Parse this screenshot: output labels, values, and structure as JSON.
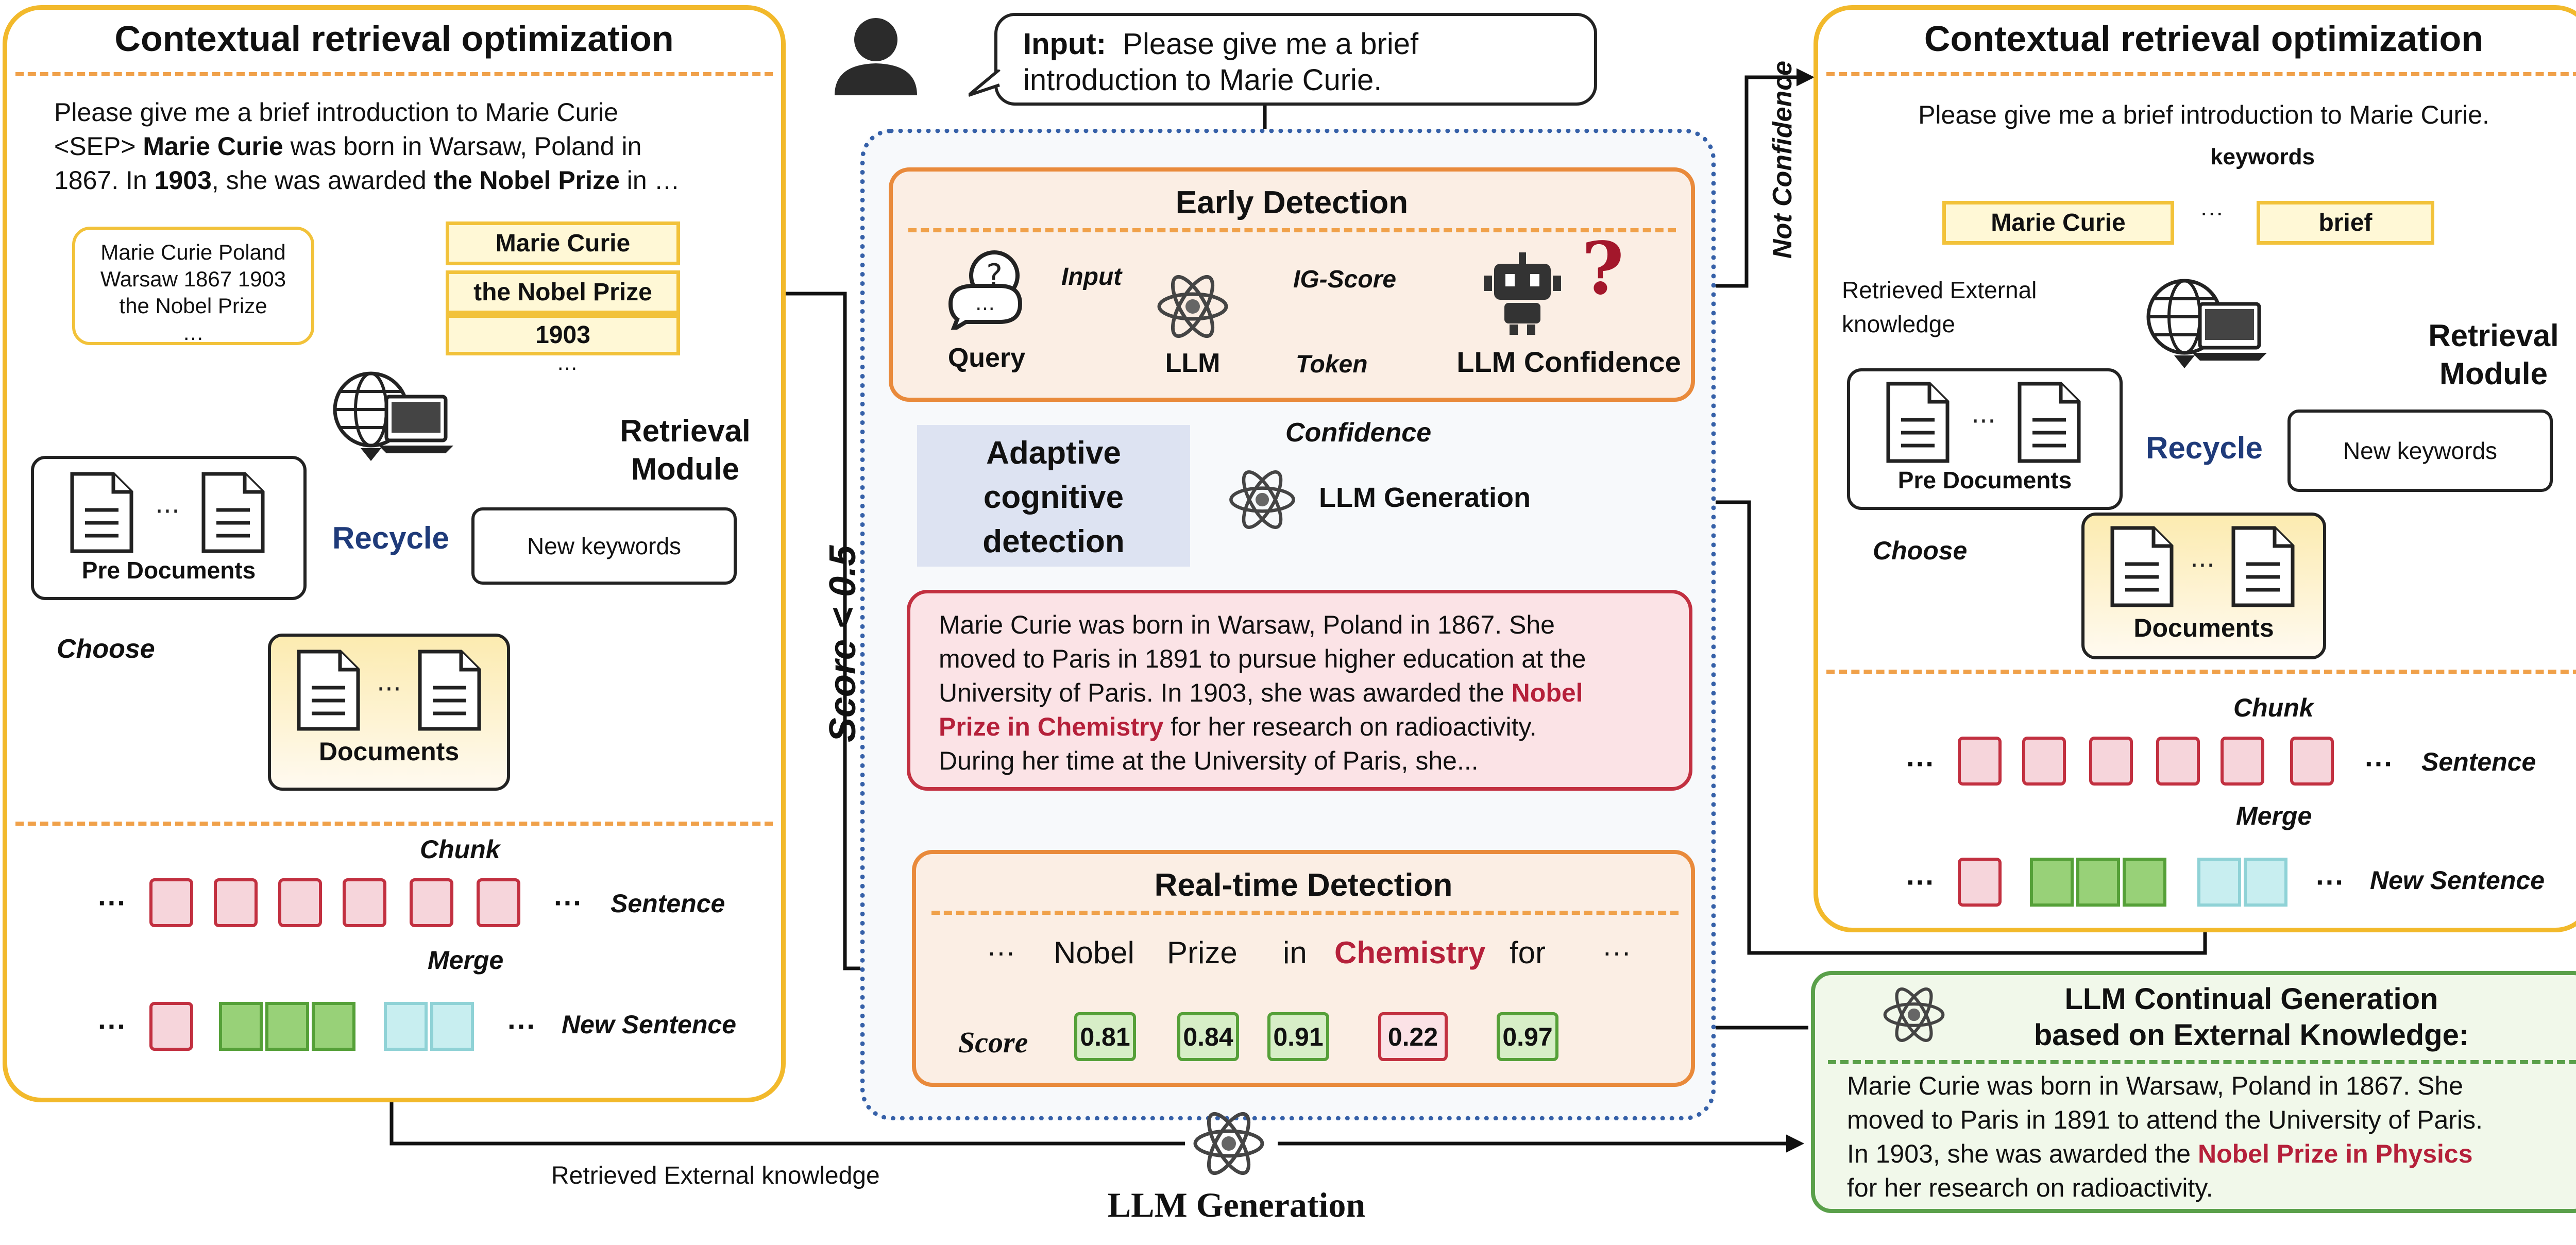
{
  "input": {
    "label": "Input:",
    "text_line1": "Please give me a brief",
    "text_line2": "introduction to Marie Curie."
  },
  "left": {
    "title": "Contextual retrieval optimization",
    "passage_line1": "Please give me a brief introduction to Marie Curie",
    "passage_line2_a": "<SEP> ",
    "passage_line2_b": "Marie Curie",
    "passage_line2_c": " was born in Warsaw, Poland in",
    "passage_line3_a": "1867. In ",
    "passage_line3_b": "1903",
    "passage_line3_c": ", she was awarded ",
    "passage_line3_d": "the Nobel Prize",
    "passage_line3_e": " in …",
    "raw_keywords": [
      "Marie Curie  Poland",
      "Warsaw 1867  1903",
      "the Nobel Prize",
      "…"
    ],
    "keywords": [
      "Marie Curie",
      "the Nobel Prize",
      "1903"
    ],
    "keywords_more": "…",
    "pre_documents": "Pre Documents",
    "documents": "Documents",
    "new_keywords": "New keywords",
    "recycle": "Recycle",
    "module_line1": "Retrieval",
    "module_line2": "Module",
    "choose": "Choose",
    "chunk": "Chunk",
    "merge": "Merge",
    "sentence": "Sentence",
    "new_sentence": "New Sentence",
    "ellipsis": "···"
  },
  "center": {
    "early_title": "Early Detection",
    "query": "Query",
    "input_edge": "Input",
    "llm": "LLM",
    "ig_score": "IG-Score",
    "token": "Token",
    "llm_confidence": "LLM Confidence",
    "question_mark": "?",
    "confidence": "Confidence",
    "adaptive_line1": "Adaptive",
    "adaptive_line2": "cognitive",
    "adaptive_line3": "detection",
    "llm_generation": "LLM Generation",
    "gen_line1": "Marie Curie was born in Warsaw, Poland in 1867. She",
    "gen_line2": "moved to Paris in 1891 to pursue higher education at the",
    "gen_line3_a": "University of Paris. In 1903, she was awarded the ",
    "gen_line3_b": "Nobel",
    "gen_line4_a": "Prize in Chemistry",
    "gen_line4_b": " for her research on radioactivity.",
    "gen_line5": "During her time at the University of Paris, she...",
    "realtime_title": "Real-time Detection",
    "tokens": [
      "···",
      "Nobel",
      "Prize",
      "in",
      "Chemistry",
      "for",
      "···"
    ],
    "score_label": "Score",
    "scores": [
      "0.81",
      "0.84",
      "0.91",
      "0.22",
      "0.97"
    ],
    "score_threshold": "Score < 0.5",
    "not_confidence": "Not Confidence"
  },
  "right": {
    "title": "Contextual retrieval optimization",
    "query": "Please give me a brief introduction to Marie Curie.",
    "keywords_label": "keywords",
    "keywords": [
      "Marie Curie",
      "brief"
    ],
    "keywords_more": "···",
    "retrieved_line1": "Retrieved External",
    "retrieved_line2": "knowledge",
    "pre_documents": "Pre Documents",
    "documents": "Documents",
    "new_keywords": "New keywords",
    "recycle": "Recycle",
    "module_line1": "Retrieval",
    "module_line2": "Module",
    "choose": "Choose",
    "chunk": "Chunk",
    "merge": "Merge",
    "sentence": "Sentence",
    "new_sentence": "New Sentence",
    "ellipsis": "···"
  },
  "continual": {
    "title_line1": "LLM Continual Generation",
    "title_line2": "based on External Knowledge:",
    "line1": "Marie Curie was born in Warsaw, Poland in 1867. She",
    "line2": "moved to Paris in 1891 to attend the University of Paris.",
    "line3_a": "In 1903, she was awarded the ",
    "line3_b": "Nobel Prize in Physics",
    "line4": "for her research on radioactivity."
  },
  "bottom": {
    "retrieved": "Retrieved External knowledge",
    "llm_generation": "LLM Generation"
  },
  "colors": {
    "panel_border": "#f2b92b",
    "dash_orange": "#f0a14a",
    "early_fill": "#fbeee4",
    "early_border": "#e98a3b",
    "gen_border": "#c23040",
    "gen_fill": "#fbe3e6",
    "adaptive_fill": "#dde3f2",
    "continual_border": "#5aa04a",
    "continual_fill": "#f1f8ea",
    "highlight_red": "#b5203a",
    "recycle_blue": "#1f3b7a",
    "dotted_blue": "#3560a8"
  }
}
